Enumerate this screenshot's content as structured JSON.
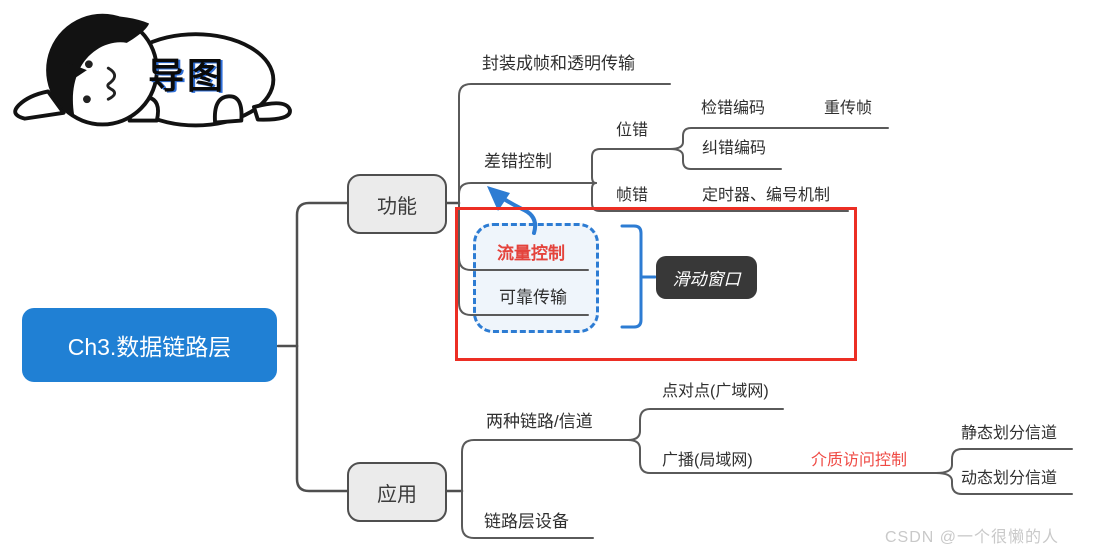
{
  "header": {
    "mascot_label": "导图"
  },
  "mindmap": {
    "root": {
      "label": "Ch3.数据链路层"
    },
    "function_branch": {
      "label": "功能",
      "framing": {
        "label": "封装成帧和透明传输"
      },
      "error_control": {
        "label": "差错控制",
        "bit_error": {
          "label": "位错",
          "detect_coding": {
            "label": "检错编码",
            "retransmit": {
              "label": "重传帧"
            }
          },
          "correct_coding": {
            "label": "纠错编码"
          }
        },
        "frame_error": {
          "label": "帧错",
          "mechanism": {
            "label": "定时器、编号机制"
          }
        }
      },
      "highlight_group": {
        "flow_control": {
          "label": "流量控制"
        },
        "reliable_transfer": {
          "label": "可靠传输"
        },
        "sliding_window": {
          "label": "滑动窗口"
        }
      }
    },
    "application_branch": {
      "label": "应用",
      "two_links": {
        "label": "两种链路/信道",
        "p2p": {
          "label": "点对点(广域网)"
        },
        "broadcast": {
          "label": "广播(局域网)",
          "mac": {
            "label": "介质访问控制",
            "static_channel": {
              "label": "静态划分信道"
            },
            "dynamic_channel": {
              "label": "动态划分信道"
            }
          }
        }
      },
      "devices": {
        "label": "链路层设备"
      }
    }
  },
  "colors": {
    "root_bg": "#2080d4",
    "node_fill": "#ebebeb",
    "node_border": "#4f4f4f",
    "connector_line": "#555555",
    "accent_blue": "#2d7cd3",
    "flow_control_red": "#e4433c",
    "mac_red": "#ef4a44",
    "highlight_rect_red": "#ec2e24",
    "dark_node_bg": "#383838",
    "watermark_gray": "#c9c9c9"
  },
  "footer": {
    "watermark": "CSDN @一个很懒的人"
  }
}
